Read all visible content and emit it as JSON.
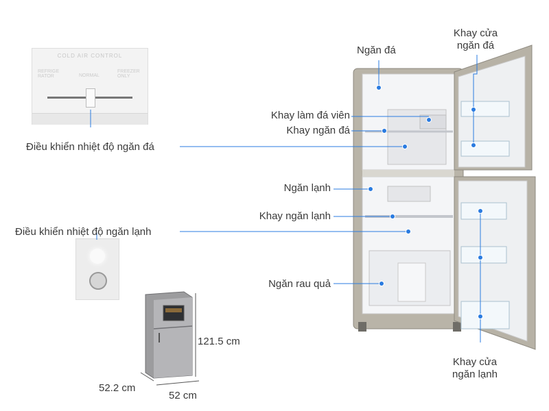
{
  "labels": {
    "freezer": "Ngăn đá",
    "freezer_door_tray": "Khay cửa\nngăn đá",
    "ice_tray": "Khay làm đá viên",
    "freezer_shelf": "Khay ngăn đá",
    "freezer_temp_control": "Điều khiển nhiệt độ ngăn đá",
    "fridge": "Ngăn lạnh",
    "fridge_shelf": "Khay ngăn lạnh",
    "fridge_temp_control": "Điều  khiển nhiệt độ ngăn lạnh",
    "vegetable_drawer": "Ngăn rau quả",
    "fridge_door_tray": "Khay cửa\nngăn lạnh"
  },
  "dimensions": {
    "height": "121.5 cm",
    "depth": "52.2 cm",
    "width": "52 cm"
  },
  "control_panel": {
    "title": "COLD AIR CONTROL",
    "left": "REFRIGE\nRATOR",
    "mid": "NORMAL",
    "right": "FREEZER\nONLY"
  },
  "colors": {
    "line": "#2a7be0",
    "dot": "#2a7be0",
    "fridge_body": "#b7b2a6",
    "interior": "#f4f5f7"
  }
}
